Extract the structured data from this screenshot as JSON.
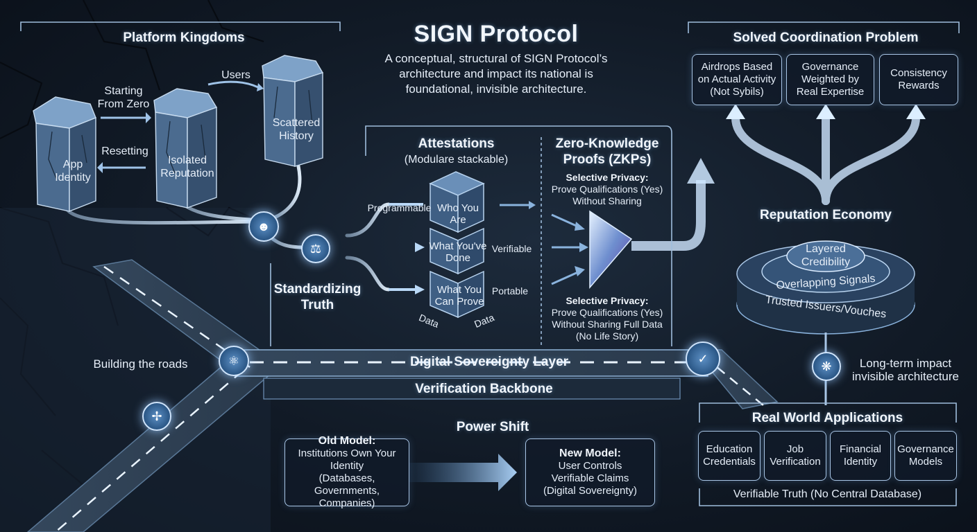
{
  "title": "SIGN Protocol",
  "subtitle": [
    "A conceptual, structural of SIGN Protocol’s",
    "architecture and impact its national is",
    "foundational, invisible architecture."
  ],
  "platform_kingdoms": {
    "heading": "Platform Kingdoms",
    "blocks": [
      "App Identity",
      "Isolated Reputation",
      "Scattered History"
    ],
    "arrows": {
      "starting": [
        "Starting",
        "From Zero"
      ],
      "resetting": "Resetting",
      "users": "Users"
    }
  },
  "standardizing": "Standardizing Truth",
  "attestations": {
    "heading": "Attestations",
    "sub": "(Modulare stackable)",
    "cubes": [
      "Who You Are",
      "What You've Done",
      "What You Can Prove"
    ],
    "labels": {
      "programmable": "Programmable",
      "verifiable": "Verifiable",
      "portable": "Portable",
      "data_left": "Data",
      "data_right": "Data"
    }
  },
  "zkp": {
    "heading": [
      "Zero-Knowledge",
      "Proofs (ZKPs)"
    ],
    "top": {
      "title": "Selective Privacy:",
      "lines": [
        "Prove Qualifications (Yes)",
        "Without Sharing"
      ]
    },
    "bottom": {
      "title": "Selective Privacy:",
      "lines": [
        "Prove Qualifications (Yes)",
        "Without Sharing Full Data",
        "(No Life Story)"
      ]
    }
  },
  "coordination": {
    "heading": "Solved Coordination Problem",
    "boxes": [
      [
        "Airdrops Based",
        "on Actual Activity",
        "(Not Sybils)"
      ],
      [
        "Governance",
        "Weighted by",
        "Real Expertise"
      ],
      [
        "Consistency",
        "Rewards"
      ]
    ]
  },
  "reputation": {
    "heading": "Reputation Economy",
    "layers": [
      "Layered Credibility",
      "Overlapping Signals",
      "Trusted Issuers/Vouches"
    ]
  },
  "long_term": [
    "Long-term impact",
    "invisible architecture"
  ],
  "roads": {
    "building": "Building the roads",
    "sovereignty": "Digital Sovereignty Layer",
    "backbone": "Verification Backbone"
  },
  "power_shift": {
    "heading": "Power Shift",
    "old_title": "Old Model:",
    "old_lines": [
      "Institutions Own Your Identity",
      "(Databases, Governments,",
      "Companies)"
    ],
    "new_title": "New Model:",
    "new_lines": [
      "User Controls",
      "Verifiable Claims",
      "(Digital Sovereignty)"
    ]
  },
  "real_world": {
    "heading": "Real World Applications",
    "boxes": [
      [
        "Education",
        "Credentials"
      ],
      [
        "Job",
        "Verification"
      ],
      [
        "Financial",
        "Identity"
      ],
      [
        "Governance",
        "Models"
      ]
    ],
    "footer": "Verifiable Truth (No Central Database)"
  },
  "colors": {
    "accent": "#a9c6e6",
    "glow": "#cfe4fb",
    "bg": "#111a26"
  }
}
